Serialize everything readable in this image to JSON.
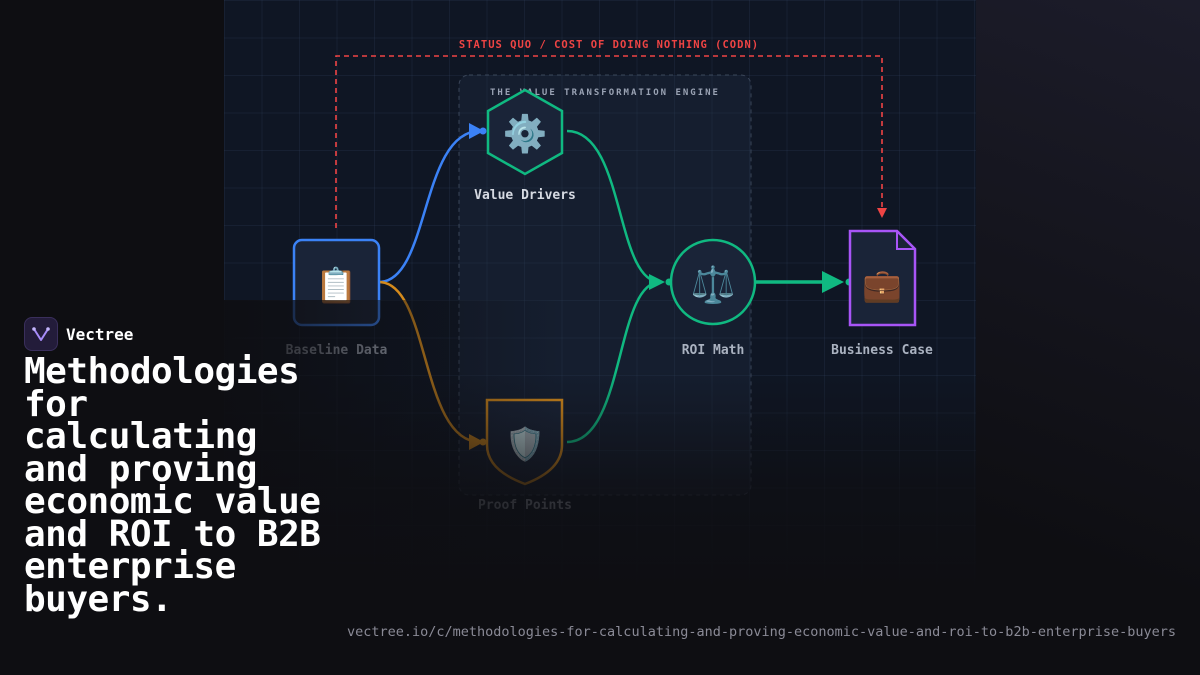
{
  "brand": {
    "name": "Vectree",
    "logo_icon": "vectree-logo-icon"
  },
  "headline": "Methodologies for calculating and proving economic value and ROI to B2B enterprise buyers.",
  "url": "vectree.io/c/methodologies-for-calculating-and-proving-economic-value-and-roi-to-b2b-enterprise-buyers",
  "diagram": {
    "codn_label": "STATUS QUO / COST OF DOING NOTHING (CODN)",
    "engine_label": "THE VALUE TRANSFORMATION ENGINE",
    "nodes": {
      "baseline": {
        "label": "Baseline Data",
        "icon": "clipboard-icon",
        "glyph": "📋",
        "color": "#3b82f6"
      },
      "drivers": {
        "label": "Value Drivers",
        "icon": "gear-icon",
        "glyph": "⚙️",
        "color": "#10b981"
      },
      "proof": {
        "label": "Proof Points",
        "icon": "shield-icon",
        "glyph": "🛡️",
        "color": "#d48a1c"
      },
      "roi": {
        "label": "ROI Math",
        "icon": "scales-icon",
        "glyph": "⚖️",
        "color": "#10b981"
      },
      "business": {
        "label": "Business Case",
        "icon": "briefcase-icon",
        "glyph": "💼",
        "color": "#a855f7"
      }
    },
    "colors": {
      "codn": "#ef4444",
      "blue": "#3b82f6",
      "amber": "#d48a1c",
      "green": "#10b981",
      "purple": "#a855f7"
    }
  }
}
